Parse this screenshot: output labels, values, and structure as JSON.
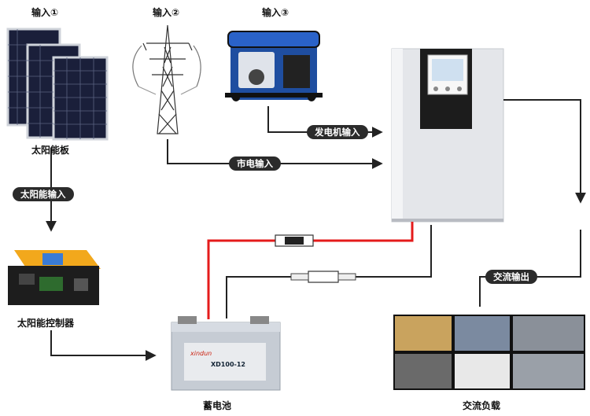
{
  "inputs": {
    "input1": "输入①",
    "input2": "输入②",
    "input3": "输入③"
  },
  "devices": {
    "solar_panel": "太阳能板",
    "controller": "太阳能控制器",
    "battery": "蓄电池",
    "ac_load": "交流负载",
    "battery_brand": "xindun",
    "battery_model": "XD100-12"
  },
  "flows": {
    "solar_input": "太阳能输入",
    "grid_input": "市电输入",
    "generator_input": "发电机输入",
    "ac_output": "交流输出"
  }
}
